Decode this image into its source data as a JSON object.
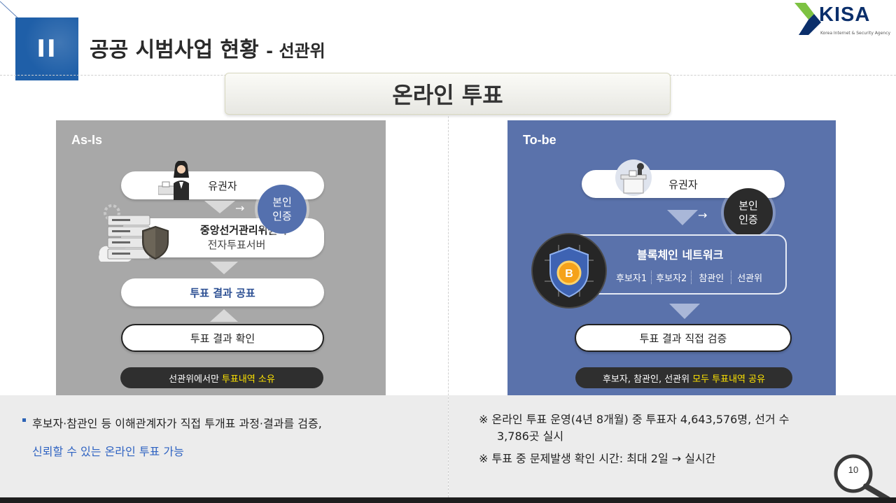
{
  "header": {
    "section_numeral": "II",
    "title_main": "공공 시범사업 현황",
    "title_sub": "- 선관위"
  },
  "logo": {
    "brand": "KISA",
    "tagline": "Korea Internet & Security Agency"
  },
  "banner": {
    "title": "온라인 투표"
  },
  "as_is": {
    "tag": "As-Is",
    "voter": "유권자",
    "auth_line1": "본인",
    "auth_line2": "인증",
    "arrow": "→",
    "server_title": "중앙선거관리위원회",
    "server_sub": "전자투표서버",
    "result_announce": "투표 결과 공표",
    "result_check": "투표 결과 확인",
    "footer_prefix": "선관위에서만",
    "footer_highlight": "투표내역 소유"
  },
  "to_be": {
    "tag": "To-be",
    "voter": "유권자",
    "auth_line1": "본인",
    "auth_line2": "인증",
    "arrow": "→",
    "network_title": "블록체인 네트워크",
    "nodes": [
      "후보자1",
      "후보자2",
      "참관인",
      "선관위"
    ],
    "verify": "투표 결과 직접 검증",
    "footer_prefix": "후보자, 참관인, 선관위",
    "footer_highlight": "모두 투표내역 공유",
    "coin_symbol": "B"
  },
  "notes_left": {
    "line1": "후보자·참관인 등 이해관계자가 직접 투개표 과정·결과를 검증,",
    "line2": "신뢰할 수 있는 온라인 투표 가능"
  },
  "notes_right": {
    "item1_line1": "※ 온라인 투표 운영(4년 8개월) 중 투표자 4,643,576명, 선거 수",
    "item1_line2": "3,786곳 실시",
    "item2": "※ 투표 중 문제발생 확인 시간: 최대 2일 →  실시간"
  },
  "page_number": "10",
  "colors": {
    "accent_blue": "#1f5fa8",
    "as_is_panel": "#a8a8a8",
    "to_be_panel": "#5a72ab",
    "highlight_yellow": "#ffe400",
    "link_blue": "#2f63c2"
  }
}
